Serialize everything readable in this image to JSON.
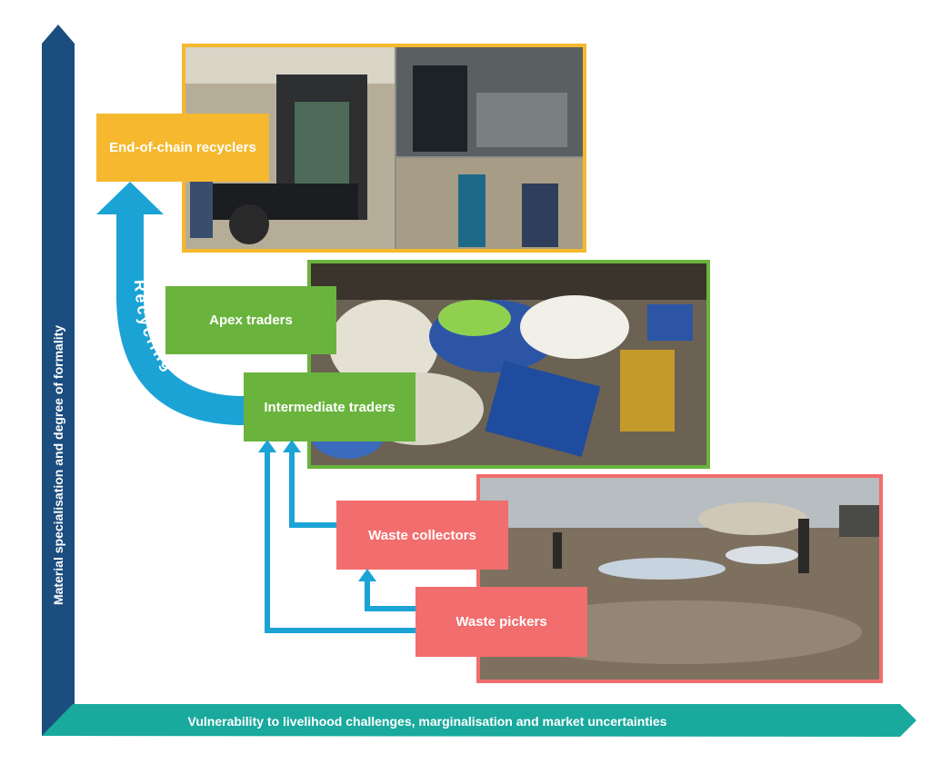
{
  "axes": {
    "y_label": "Material specialisation and degree of formality",
    "x_label": "Vulnerability to livelihood challenges, marginalisation and market uncertainties"
  },
  "process": {
    "label": "Recycling"
  },
  "actors": {
    "end_of_chain": "End-of-chain recyclers",
    "apex": "Apex traders",
    "intermediate": "Intermediate traders",
    "collectors": "Waste collectors",
    "pickers": "Waste pickers"
  },
  "colors": {
    "y_axis": "#1b4d7e",
    "x_axis": "#19a99d",
    "flow_arrows": "#1ba3d6",
    "recyclers": "#f5b82e",
    "traders": "#6ab43e",
    "collectors": "#f26d6d"
  },
  "photos": {
    "recyclers": "Recycling factory machinery and workers",
    "traders": "Heap of sorted plastic containers and drums",
    "pickers": "Landfill site with waste pickers"
  }
}
